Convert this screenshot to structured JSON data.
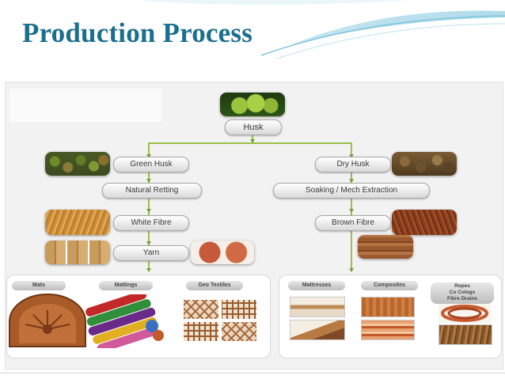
{
  "slide": {
    "title": "Production Process"
  },
  "diagram": {
    "root": "Husk",
    "left_branch": {
      "stage1": "Green Husk",
      "stage2": "Natural Retting",
      "stage3": "White Fibre",
      "stage4": "Yarn",
      "products": [
        "Mats",
        "Mattings",
        "Geo Textiles"
      ]
    },
    "right_branch": {
      "stage1": "Dry Husk",
      "stage2": "Soaking / Mech Extraction",
      "stage3": "Brown Fibre",
      "products": [
        "Mattresses",
        "Composites"
      ],
      "products_multi": [
        "Ropes",
        "Co Cologs",
        "Fibre Drains"
      ]
    }
  },
  "colors": {
    "title": "#1a6f8f",
    "connector": "#9bbf4a",
    "node_border": "#a8a8a8"
  }
}
